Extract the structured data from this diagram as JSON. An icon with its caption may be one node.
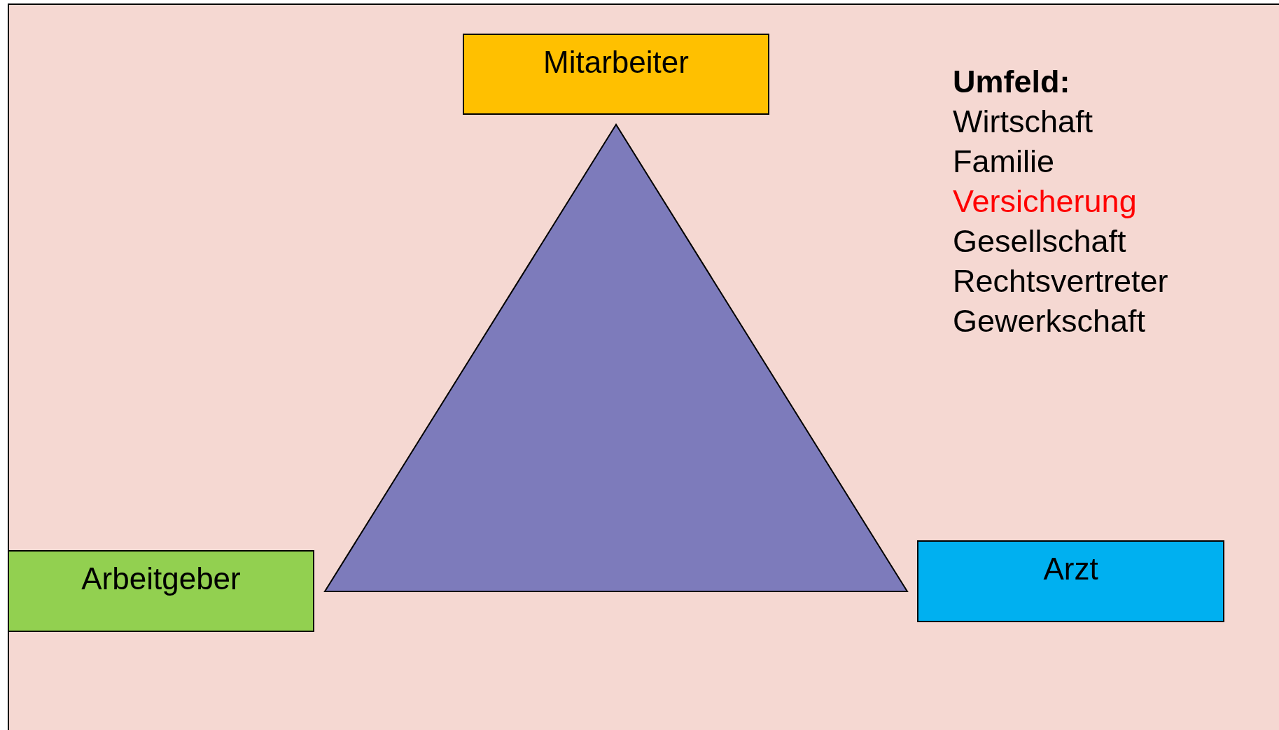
{
  "diagram": {
    "nodes": [
      {
        "text": [
          "Mitarbeiter"
        ]
      },
      {
        "text": [
          "Arbeitgeber"
        ]
      },
      {
        "text": [
          "Arzt"
        ]
      },
      {
        "text": [],
        "shape": "triangle"
      }
    ],
    "labels": [
      "Umfeld:",
      "Wirtschaft",
      "Familie",
      "Versicherung",
      "Gesellschaft",
      "Rechtsvertreter",
      "Gewerkschaft"
    ]
  }
}
